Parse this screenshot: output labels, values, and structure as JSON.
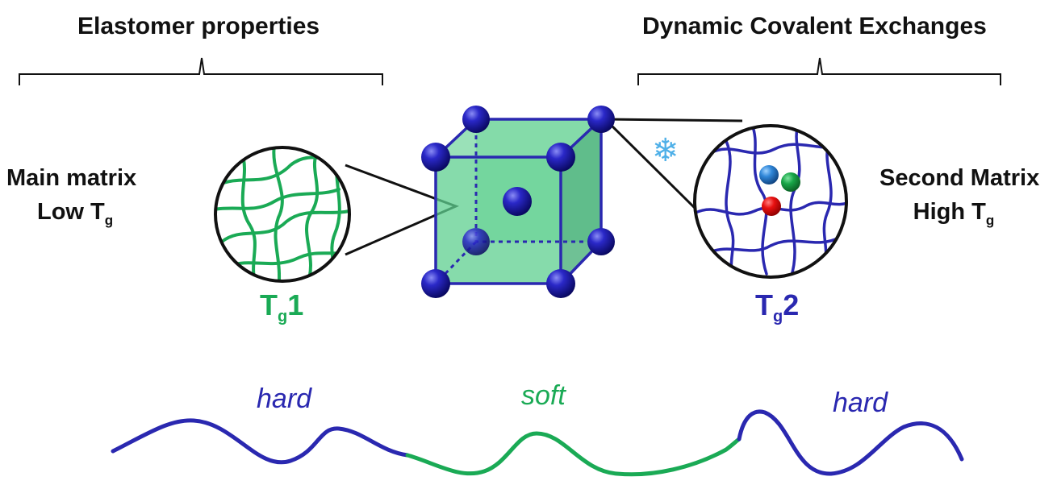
{
  "headings": {
    "left": "Elastomer properties",
    "right": "Dynamic Covalent Exchanges"
  },
  "left_side": {
    "line1": "Main matrix",
    "line2_main": "Low T",
    "line2_sub": "g"
  },
  "right_side": {
    "line1": "Second Matrix",
    "line2_main": "High T",
    "line2_sub": "g"
  },
  "tg1": {
    "main": "T",
    "sub": "g",
    "suffix": "1"
  },
  "tg2": {
    "main": "T",
    "sub": "g",
    "suffix": "2"
  },
  "segments": {
    "hard_left": "hard",
    "soft": "soft",
    "hard_right": "hard"
  },
  "snowflake": "❄",
  "colors": {
    "green": "#1aaa55",
    "blue": "#2a28b0",
    "dark_blue": "#13128f",
    "cube_fill": "#5dcf8f",
    "red": "#e01010",
    "light_blue": "#2f8fd8"
  }
}
